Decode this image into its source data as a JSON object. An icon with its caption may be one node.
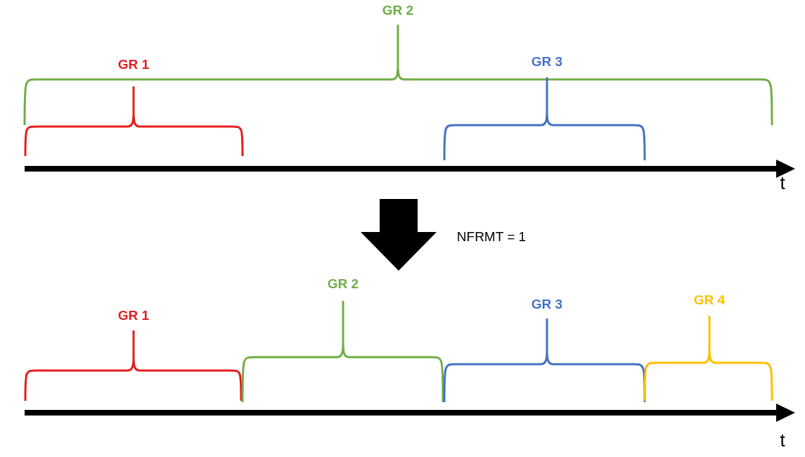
{
  "diagram": {
    "labels": [
      "GR 2",
      "GR 1",
      "GR 3",
      "t",
      "NFRMT = 1",
      "GR 1",
      "GR 2",
      "GR 3",
      "GR 4",
      "t"
    ]
  }
}
